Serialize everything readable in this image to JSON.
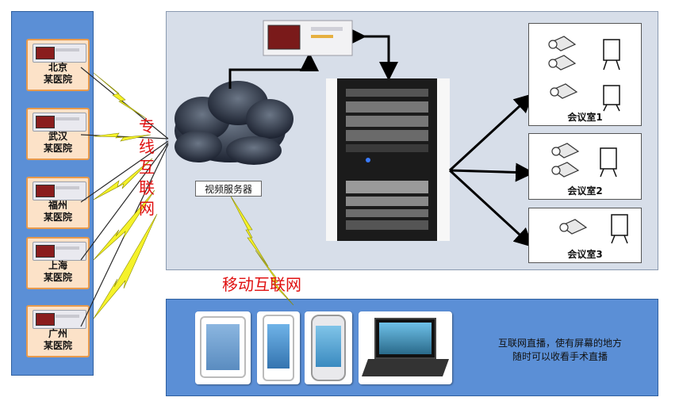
{
  "hospitals": [
    {
      "line1": "北京",
      "line2": "某医院"
    },
    {
      "line1": "武汉",
      "line2": "某医院"
    },
    {
      "line1": "福州",
      "line2": "某医院"
    },
    {
      "line1": "上海",
      "line2": "某医院"
    },
    {
      "line1": "广州",
      "line2": "某医院"
    }
  ],
  "dedicated_label": [
    "专",
    "线",
    "互",
    "联",
    "网"
  ],
  "server_label": "视频服务器",
  "mobile_label": "移动互联网",
  "rooms": [
    {
      "label": "会议室1"
    },
    {
      "label": "会议室2"
    },
    {
      "label": "会议室3"
    }
  ],
  "slogan_line1": "互联网直播，使有屏幕的地方",
  "slogan_line2": "随时可以收看手术直播",
  "colors": {
    "panel_blue": "#5b8fd6",
    "main_panel": "#d7dee9",
    "lightning": "#f5f22a",
    "label_red": "#e01010"
  }
}
